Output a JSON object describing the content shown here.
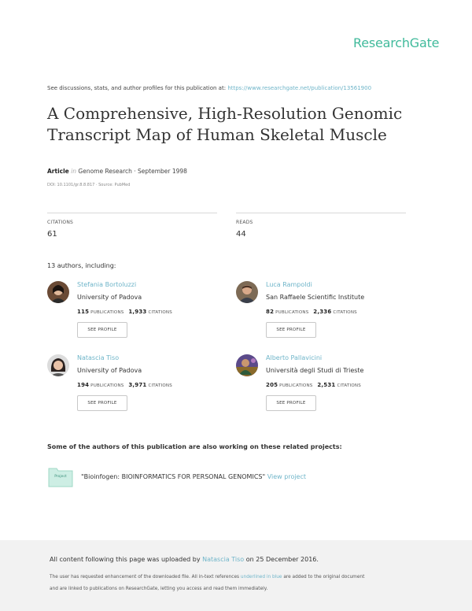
{
  "brand": "ResearchGate",
  "discuss": {
    "text": "See discussions, stats, and author profiles for this publication at:",
    "url": "https://www.researchgate.net/publication/13561900"
  },
  "paper": {
    "title_line1": "A Comprehensive, High-Resolution Genomic",
    "title_line2": "Transcript Map of Human Skeletal Muscle",
    "kind": "Article",
    "in": "in",
    "venue": "Genome Research · September 1998",
    "doi": "DOI: 10.1101/gr.8.8.817 · Source: PubMed"
  },
  "stats": {
    "citations_label": "CITATIONS",
    "citations": "61",
    "reads_label": "READS",
    "reads": "44"
  },
  "authors_heading": "13 authors, including:",
  "authors": [
    {
      "name": "Stefania Bortoluzzi",
      "institution": "University of Padova",
      "publications": "115",
      "citations": "1,933"
    },
    {
      "name": "Luca Rampoldi",
      "institution": "San Raffaele Scientific Institute",
      "publications": "82",
      "citations": "2,336"
    },
    {
      "name": "Natascia Tiso",
      "institution": "University of Padova",
      "publications": "194",
      "citations": "3,971"
    },
    {
      "name": "Alberto Pallavicini",
      "institution": "Università degli Studi di Trieste",
      "publications": "205",
      "citations": "2,531"
    }
  ],
  "labels": {
    "publications": "PUBLICATIONS",
    "citations": "CITATIONS",
    "see_profile": "SEE PROFILE"
  },
  "projects": {
    "heading": "Some of the authors of this publication are also working on these related projects:",
    "icon_label": "Project",
    "items": [
      {
        "title": "\"Bioinfogen: BIOINFORMATICS FOR PERSONAL GENOMICS\"",
        "action": "View project"
      }
    ]
  },
  "footer": {
    "upload_prefix": "All content following this page was uploaded by",
    "uploader": "Natascia Tiso",
    "upload_suffix": "on 25 December 2016.",
    "note1_prefix": "The user has requested enhancement of the downloaded file. All in-text references",
    "note1_link": "underlined in blue",
    "note1_suffix": "are added to the original document",
    "note2": "and are linked to publications on ResearchGate, letting you access and read them immediately."
  },
  "colors": {
    "accent": "#40ba9b",
    "link": "#6fb5c9"
  }
}
